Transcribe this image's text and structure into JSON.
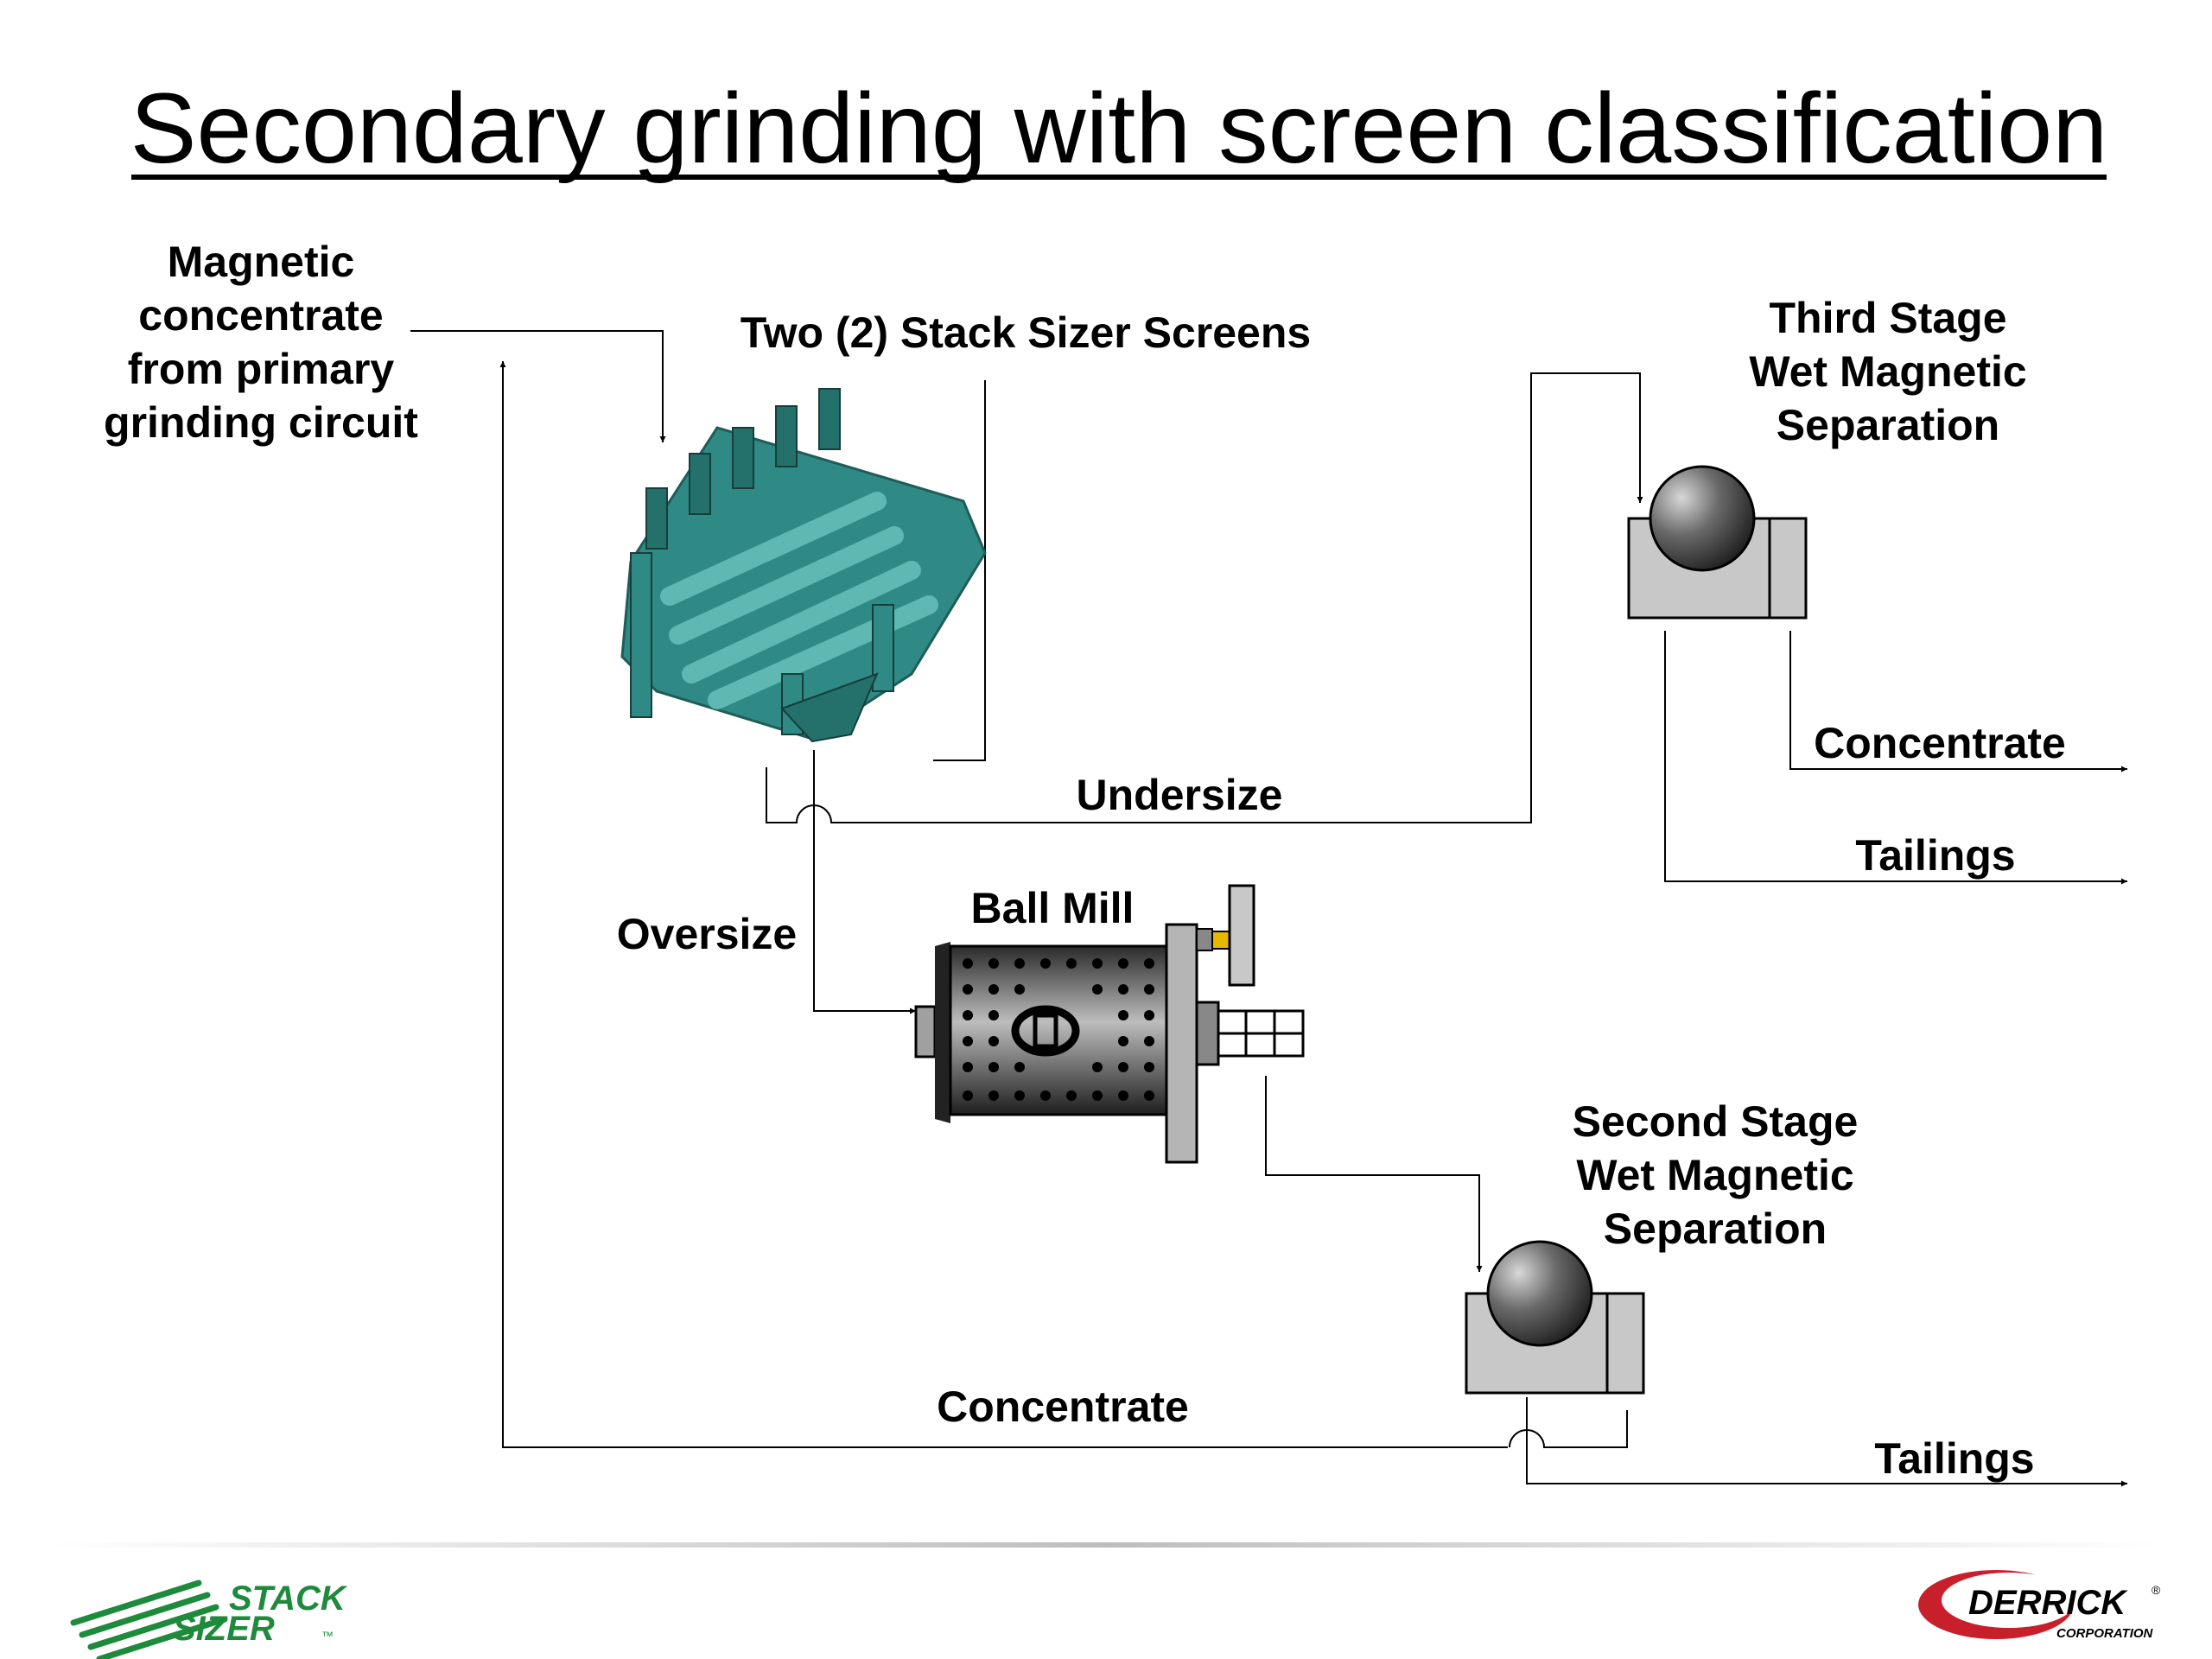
{
  "title": "Secondary grinding with screen classification",
  "labels": {
    "feed_line1": "Magnetic",
    "feed_line2": "concentrate",
    "feed_line3": "from primary",
    "feed_line4": "grinding circuit",
    "screens": "Two (2) Stack Sizer Screens",
    "third_line1": "Third Stage",
    "third_line2": "Wet Magnetic",
    "third_line3": "Separation",
    "undersize": "Undersize",
    "oversize": "Oversize",
    "ball_mill": "Ball Mill",
    "third_concentrate": "Concentrate",
    "third_tailings": "Tailings",
    "second_line1": "Second Stage",
    "second_line2": "Wet Magnetic",
    "second_line3": "Separation",
    "second_concentrate": "Concentrate",
    "second_tailings": "Tailings"
  },
  "logos": {
    "left_line1": "STACK",
    "left_line2": "SIZER",
    "left_tm": "™",
    "right_main": "DERRICK",
    "right_reg": "®",
    "right_sub": "CORPORATION"
  },
  "colors": {
    "screen_teal": "#2f8a85",
    "separator_gray": "#c8c8c8",
    "stack_sizer_green": "#1e8a3c",
    "derrick_red": "#c8202a"
  }
}
